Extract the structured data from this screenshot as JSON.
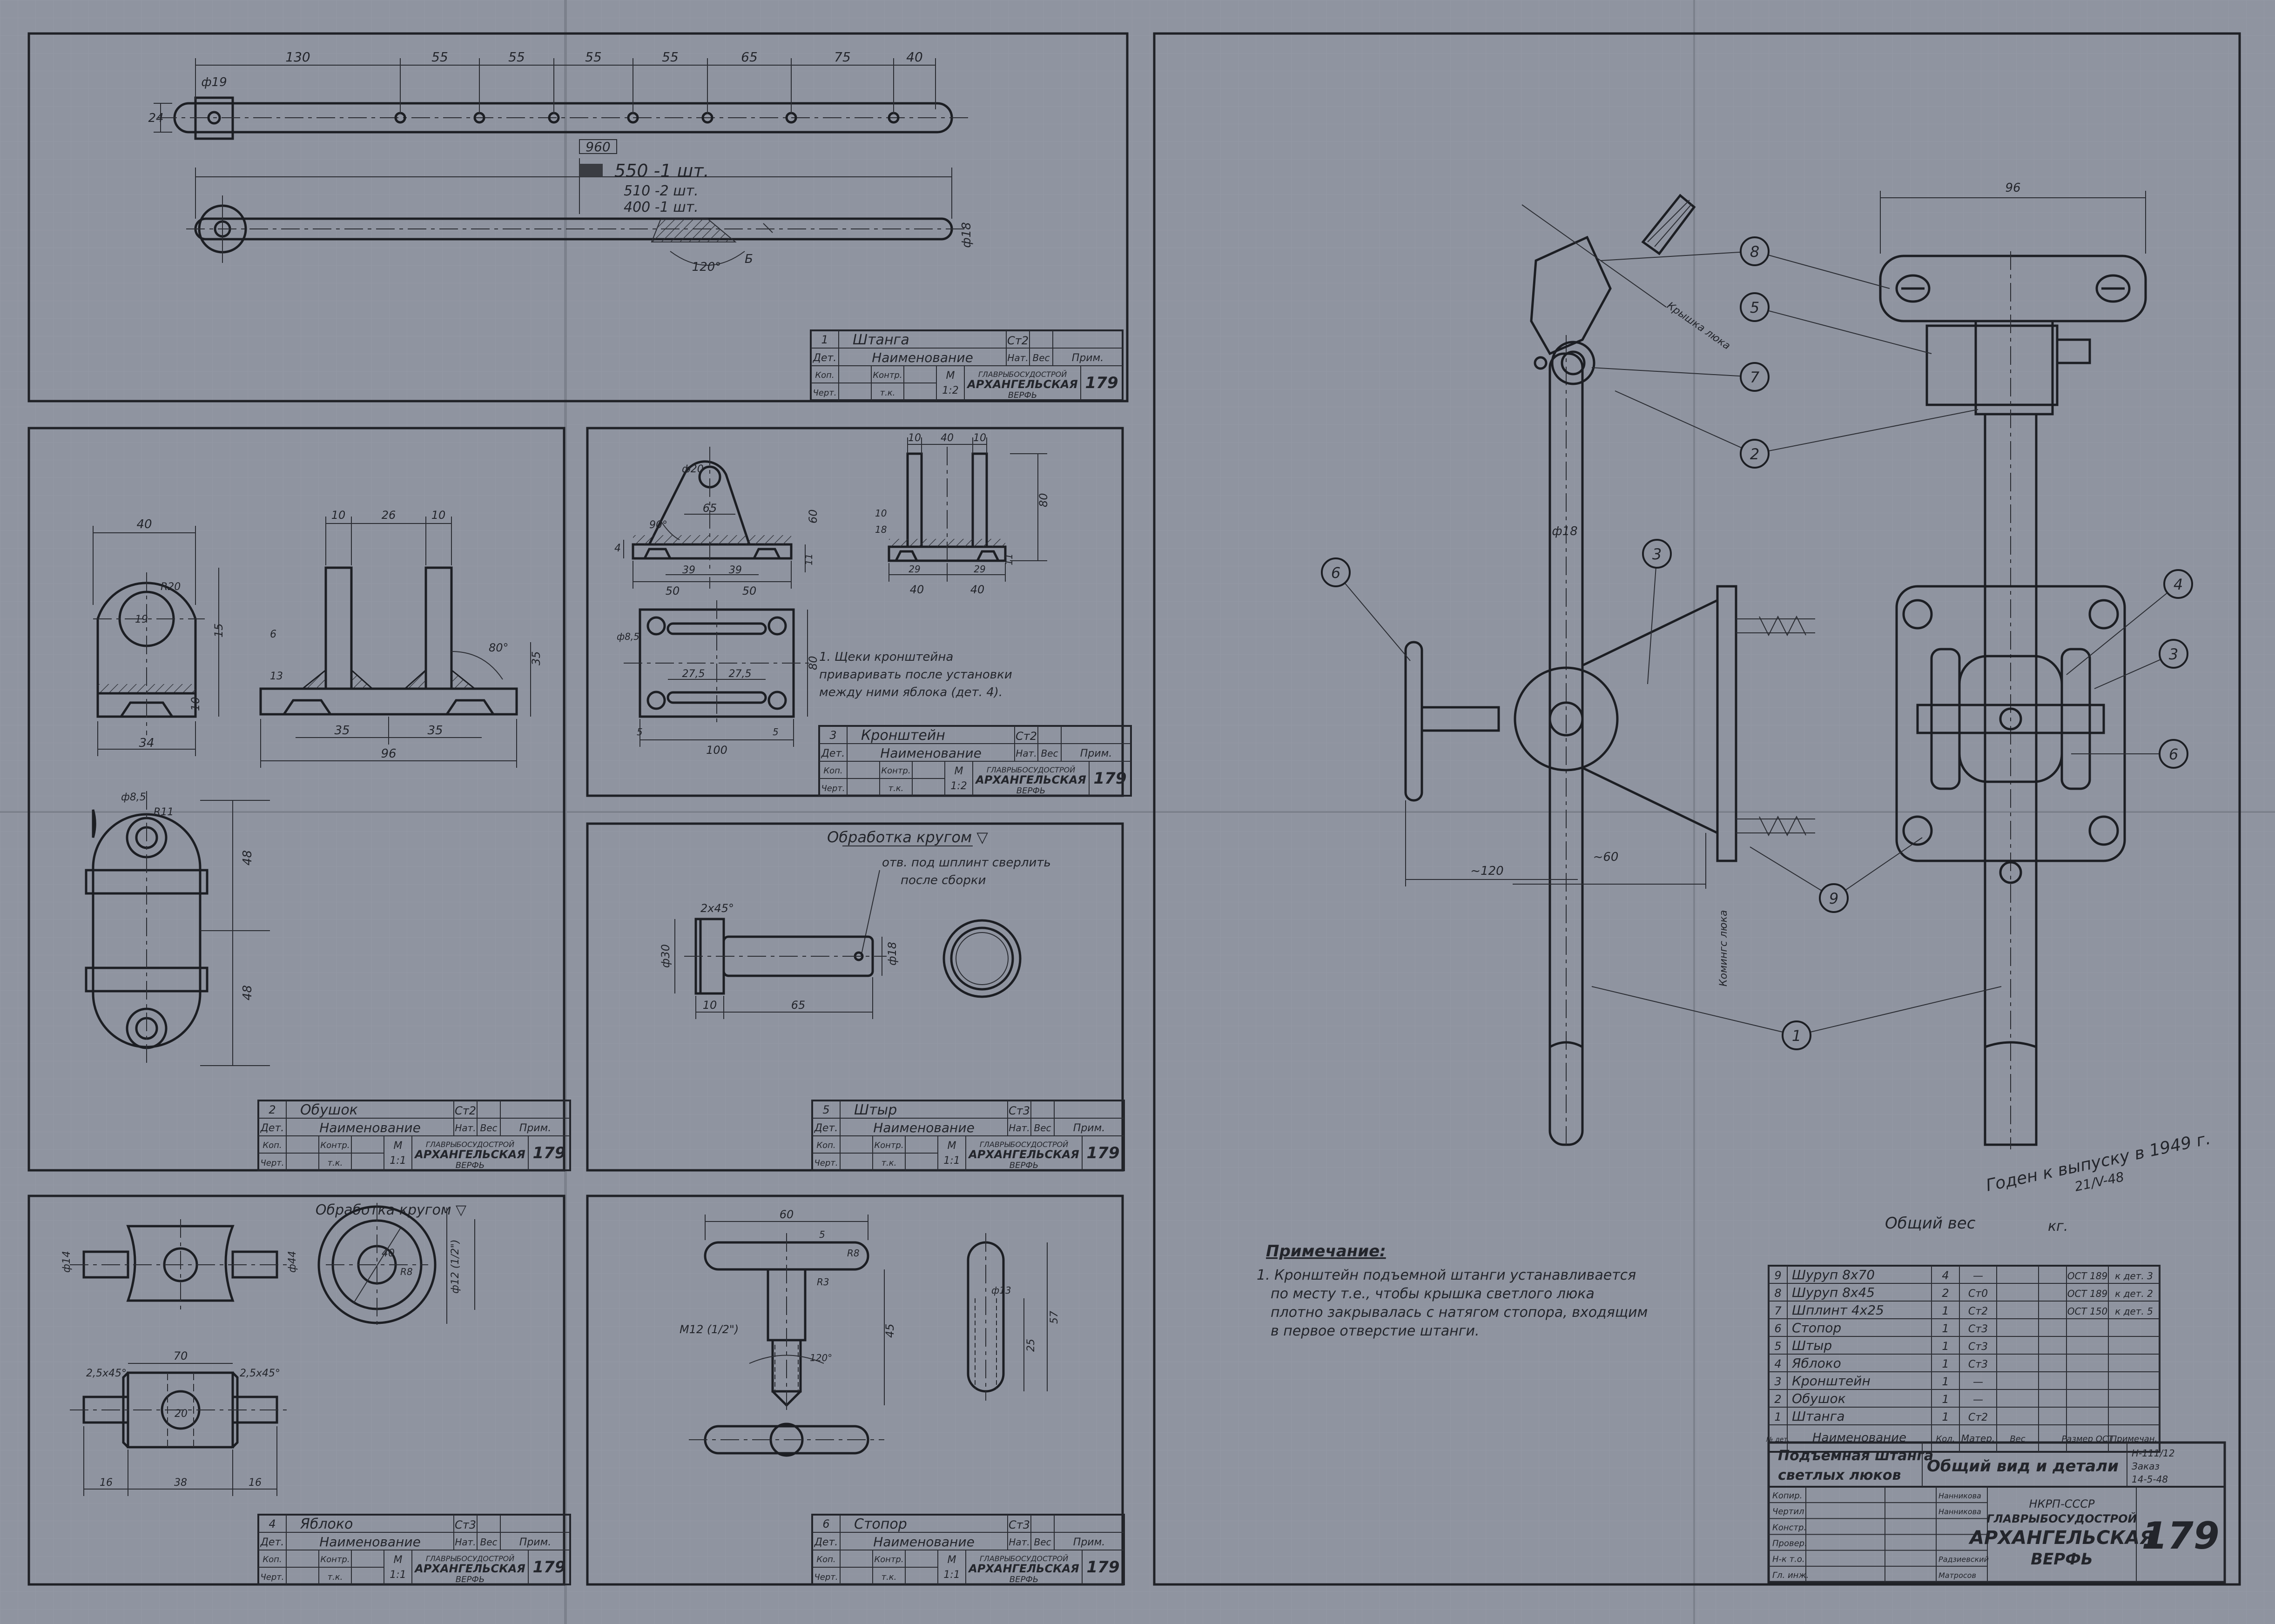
{
  "drawing_number": "179",
  "main_part_views": {
    "shtanga_dims": [
      "130",
      "55",
      "55",
      "55",
      "55",
      "65",
      "75",
      "40"
    ],
    "shtanga_dia": "ф19",
    "shtanga_left_width": "24",
    "shtanga_rod_dia": "ф18",
    "shtanga_angle": "120°",
    "lengths": [
      "960",
      "550 -1 шт.",
      "510 -2 шт.",
      "400 -1 шт."
    ],
    "ref_b": "Б"
  },
  "parts": [
    {
      "num": "1",
      "name": "Штанга",
      "material": "Ст2",
      "scale": "1:2"
    },
    {
      "num": "2",
      "name": "Обушок",
      "material": "Ст2",
      "scale": "1:1"
    },
    {
      "num": "3",
      "name": "Кронштейн",
      "material": "Ст2",
      "scale": "1:2"
    },
    {
      "num": "4",
      "name": "Яблоко",
      "material": "Ст3",
      "scale": "1:1"
    },
    {
      "num": "5",
      "name": "Штыр",
      "material": "Ст3",
      "scale": "1:1"
    },
    {
      "num": "6",
      "name": "Стопор",
      "material": "Ст3",
      "scale": "1:1"
    }
  ],
  "title_block_labels": {
    "det": "Дет.",
    "naim": "Наименование",
    "nat": "Нат.",
    "ves": "Вес",
    "prim": "Прим.",
    "kop": "Коп.",
    "cher": "Черт.",
    "kontr": "Контр.",
    "tk": "т.к.",
    "m": "М",
    "org_top": "ГЛАВРЫБОСУДОСТРОЙ",
    "org_main": "АРХАНГЕЛЬСКАЯ",
    "org_bottom": "ВЕРФЬ"
  },
  "obushok": {
    "dims": [
      "40",
      "10",
      "26",
      "10",
      "R20",
      "19",
      "15",
      "10",
      "34",
      "35",
      "35",
      "96",
      "6",
      "13",
      "80°",
      "35",
      "ф8,5",
      "R11",
      "48",
      "48"
    ]
  },
  "kronshtein": {
    "dims": [
      "ф20",
      "65",
      "90°",
      "4",
      "50",
      "50",
      "39",
      "39",
      "11",
      "60",
      "10",
      "40",
      "10",
      "80",
      "10",
      "18",
      "29",
      "29",
      "11",
      "40",
      "40",
      "ф8,5",
      "27,5",
      "27,5",
      "80",
      "100",
      "5",
      "5"
    ],
    "note": "1. Щеки кронштейна приваривать после установки между ними яблока (дет. 4)."
  },
  "shtyr": {
    "title": "Обработка кругом ▽",
    "callout_1": "отв. под шплинт сверлить",
    "callout_2": "после сборки",
    "dims": [
      "2x45°",
      "ф30",
      "ф18",
      "10",
      "65"
    ]
  },
  "yabloko": {
    "title": "Обработка кругом ▽",
    "dims": [
      "ф14",
      "ф44",
      "40",
      "ф12 (1/2\")",
      "70",
      "2,5x45°",
      "2,5x45°",
      "20",
      "16",
      "38",
      "16",
      "R8"
    ]
  },
  "stopor": {
    "dims": [
      "60",
      "5",
      "R8",
      "R3",
      "M12 (1/2\")",
      "120°",
      "45",
      "ф13",
      "25",
      "57"
    ]
  },
  "assembly": {
    "dims": [
      "96",
      "ф18",
      "~120",
      "~60"
    ],
    "labels_rot": [
      "Крышка люка",
      "Комингс люка"
    ],
    "balloons": [
      "1",
      "2",
      "3",
      "4",
      "5",
      "6",
      "7",
      "8",
      "9"
    ],
    "weight_label": "Общий вес",
    "weight_unit": "кг.",
    "handwritten": "Годен к выпуску в 1949 г.",
    "handwritten_date": "21/V-48"
  },
  "notes": {
    "heading": "Примечание:",
    "lines": [
      "1. Кронштейн подъемной штанги устанавливается",
      "по месту т.е., чтобы крышка светлого люка",
      "плотно закрывалась с натягом стопора, входящим",
      "в первое отверстие штанги."
    ]
  },
  "bom": {
    "rows": [
      {
        "pos": "9",
        "name": "Шуруп 8x70",
        "qty": "4",
        "mat": "—",
        "std": "ОСТ 189",
        "note": "к дет. 3"
      },
      {
        "pos": "8",
        "name": "Шуруп 8x45",
        "qty": "2",
        "mat": "Ст0",
        "std": "ОСТ 189",
        "note": "к дет. 2"
      },
      {
        "pos": "7",
        "name": "Шплинт 4x25",
        "qty": "1",
        "mat": "Ст2",
        "std": "ОСТ 150",
        "note": "к дет. 5"
      },
      {
        "pos": "6",
        "name": "Стопор",
        "qty": "1",
        "mat": "Ст3",
        "std": "",
        "note": ""
      },
      {
        "pos": "5",
        "name": "Штыр",
        "qty": "1",
        "mat": "Ст3",
        "std": "",
        "note": ""
      },
      {
        "pos": "4",
        "name": "Яблоко",
        "qty": "1",
        "mat": "Ст3",
        "std": "",
        "note": ""
      },
      {
        "pos": "3",
        "name": "Кронштейн",
        "qty": "1",
        "mat": "—",
        "std": "",
        "note": ""
      },
      {
        "pos": "2",
        "name": "Обушок",
        "qty": "1",
        "mat": "—",
        "std": "",
        "note": ""
      },
      {
        "pos": "1",
        "name": "Штанга",
        "qty": "1",
        "mat": "Ст2",
        "std": "",
        "note": ""
      }
    ],
    "headers": {
      "pos": "№ дет.",
      "name": "Наименование",
      "qty": "Кол.",
      "mat": "Матер.",
      "ves": "Вес",
      "std": "Размер ОСТ",
      "note": "Примечан."
    }
  },
  "main_title": {
    "name_1": "Подъемная штанга",
    "name_2": "светлых люков",
    "subtitle": "Общий вид и детали",
    "code": "Н-111/12",
    "zakaz": "Заказ",
    "date": "14-5-48",
    "org_1": "НКРП-СССР",
    "org_2": "ГЛАВРЫБОСУДОСТРОЙ",
    "org_3": "АРХАНГЕЛЬСКАЯ",
    "org_4": "ВЕРФЬ",
    "roles": [
      "Копир.",
      "Чертил",
      "Констр.",
      "Провер.",
      "Н-к т.о.",
      "Гл. инж."
    ],
    "signers": [
      "Нанникова",
      "Нанникова",
      "",
      "",
      "Радзиевский",
      "Матросов"
    ]
  }
}
